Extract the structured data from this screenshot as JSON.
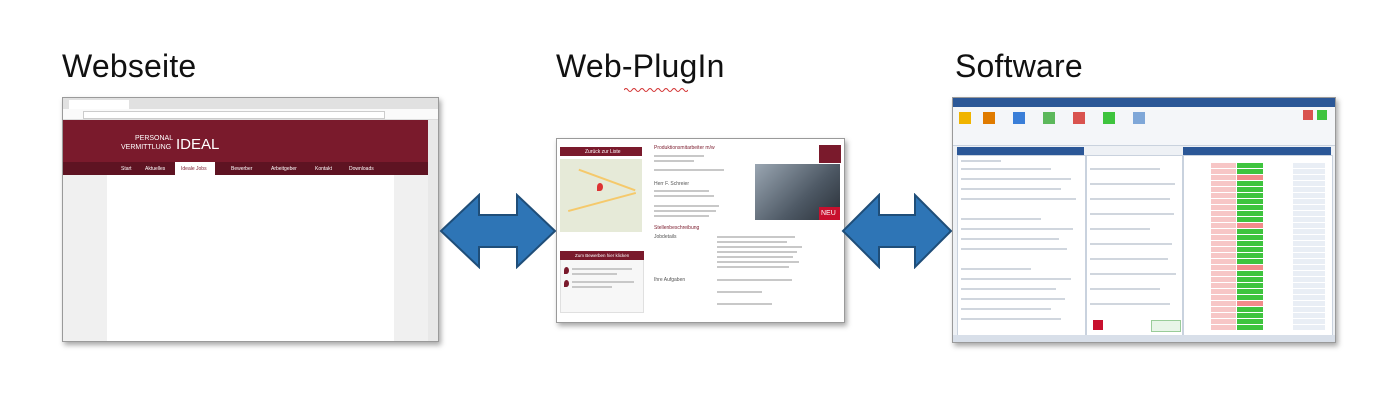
{
  "labels": {
    "left": "Webseite",
    "middle": "Web-PlugIn",
    "right": "Software"
  },
  "webseite": {
    "brand_line1": "PERSONAL",
    "brand_line2": "VERMITTLUNG",
    "brand_big": "IDEAL",
    "nav": [
      "Start",
      "Aktuelles",
      "Ideale Jobs",
      "Bewerber",
      "Arbeitgeber",
      "Kontakt",
      "Downloads"
    ]
  },
  "plugin": {
    "back_button": "Zurück zur Liste",
    "job_title": "Produktionsmitarbeiter m/w",
    "contact_name": "Herr F. Schreier",
    "section": "Stellenbeschreibung",
    "jobdetails": "Jobdetails",
    "tasks": "Ihre Aufgaben",
    "apply_button": "Zum Bewerben hier klicken",
    "badge_new": "NEU"
  },
  "software": {
    "left_panel_title": "Aufgabenübersicht",
    "right_panel_title": "Kontakte"
  },
  "colors": {
    "arrow": "#2e75b6",
    "arrow_border": "#1f4e79",
    "brand": "#7a1a2c",
    "software_blue": "#2b5797",
    "status_green": "#3ec43e",
    "status_red": "#f28b8b"
  }
}
